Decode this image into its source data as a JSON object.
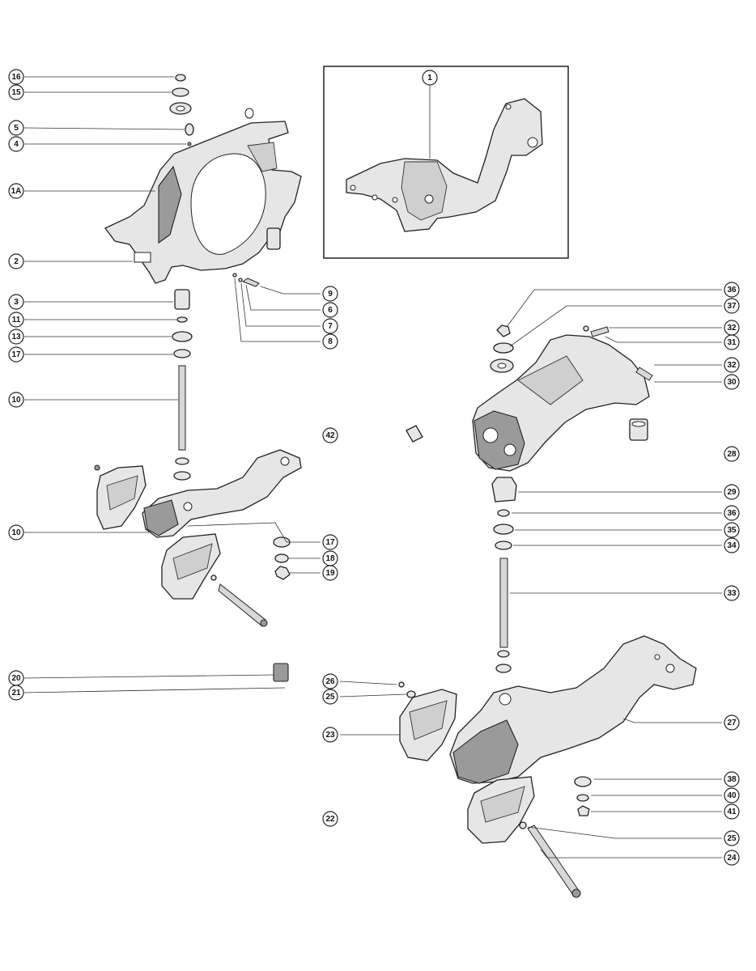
{
  "callouts": [
    {
      "label": "16"
    },
    {
      "label": "15"
    },
    {
      "label": "5"
    },
    {
      "label": "4"
    },
    {
      "label": "1A"
    },
    {
      "label": "2"
    },
    {
      "label": "3"
    },
    {
      "label": "11"
    },
    {
      "label": "13"
    },
    {
      "label": "17"
    },
    {
      "label": "10"
    },
    {
      "label": "10"
    },
    {
      "label": "20"
    },
    {
      "label": "21"
    },
    {
      "label": "9"
    },
    {
      "label": "6"
    },
    {
      "label": "7"
    },
    {
      "label": "8"
    },
    {
      "label": "17"
    },
    {
      "label": "18"
    },
    {
      "label": "19"
    },
    {
      "label": "1"
    },
    {
      "label": "42"
    },
    {
      "label": "36"
    },
    {
      "label": "37"
    },
    {
      "label": "32"
    },
    {
      "label": "31"
    },
    {
      "label": "32"
    },
    {
      "label": "30"
    },
    {
      "label": "28"
    },
    {
      "label": "29"
    },
    {
      "label": "36"
    },
    {
      "label": "35"
    },
    {
      "label": "34"
    },
    {
      "label": "33"
    },
    {
      "label": "26"
    },
    {
      "label": "25"
    },
    {
      "label": "23"
    },
    {
      "label": "22"
    },
    {
      "label": "27"
    },
    {
      "label": "38"
    },
    {
      "label": "40"
    },
    {
      "label": "41"
    },
    {
      "label": "25"
    },
    {
      "label": "24"
    }
  ]
}
